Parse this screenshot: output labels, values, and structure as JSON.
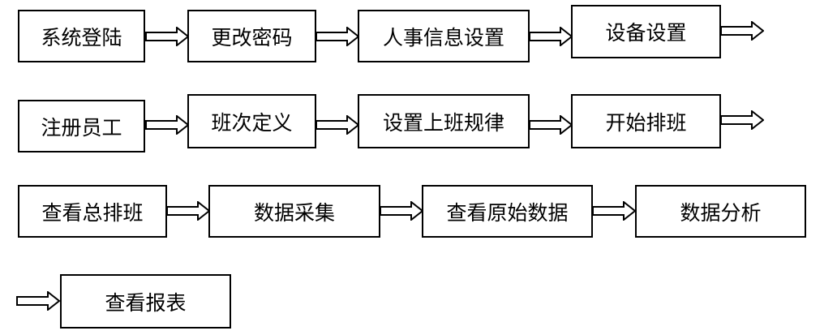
{
  "flow": {
    "steps": [
      "系统登陆",
      "更改密码",
      "人事信息设置",
      "设备设置",
      "注册员工",
      "班次定义",
      "设置上班规律",
      "开始排班",
      "查看总排班",
      "数据采集",
      "查看原始数据",
      "数据分析",
      "查看报表"
    ]
  }
}
